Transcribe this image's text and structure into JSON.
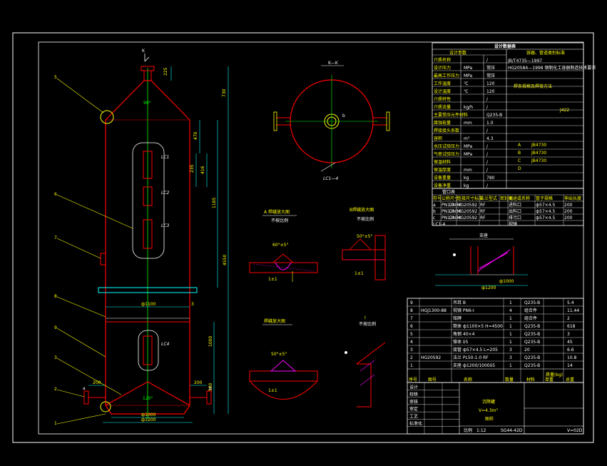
{
  "colors": {
    "background": "#000000",
    "frame": "#ffffff",
    "vessel": "#ff0000",
    "centerline": "#00ff00",
    "dimension": "#00ffff",
    "text": "#ffff00",
    "annotation": "#ff00ff",
    "hatch": "#ff00ff"
  },
  "main_view": {
    "section_mark": "K",
    "dims_vertical": [
      "225",
      "730",
      "470",
      "416",
      "235",
      "1185",
      "4550",
      "1000",
      "560"
    ],
    "dim_diameter_shell": "ф1100",
    "dim_diameter_base": "ф1000",
    "dim_diameter_base_outer": "ф1200",
    "angle_top": "90°",
    "angle_bottom": "120°",
    "dim_200_left": "200",
    "dim_200_right": "200",
    "dim_3": "3",
    "window_labels": [
      "LC1",
      "LC2",
      "LC3",
      "LC4"
    ],
    "callouts": [
      "5",
      "6",
      "7",
      "8",
      "9",
      "3",
      "2",
      "1"
    ],
    "nozzle_marks": [
      "a",
      "b"
    ]
  },
  "top_view": {
    "title": "K—K",
    "label": "LC1—4",
    "mark": "b"
  },
  "detail_a": {
    "title": "A 焊缝放大图",
    "scale": "不按比例",
    "bevel": "60°±5°",
    "gap": "1±1"
  },
  "detail_b": {
    "title": "B焊缝放大图",
    "scale": "不按比例",
    "bevel": "50°±5°",
    "gap": "1±1"
  },
  "detail_c": {
    "title": "焊缝放大图",
    "bevel": "50°±5°",
    "gap": "1±1"
  },
  "detail_i": {
    "title": "I",
    "scale": "不按比例"
  },
  "support_view": {
    "title": "支座",
    "dims": [
      "ф1000",
      "ф1200"
    ]
  },
  "design_table": {
    "title": "设计数据表",
    "header_left": "设计参数",
    "header_right": "容器、管道类别标准",
    "std_lines": [
      "JB/T4735—1997",
      "HG20584—1998 钢制化工容器制造技术要求"
    ],
    "rows": [
      {
        "label": "介质名称",
        "unit": "",
        "value": "/"
      },
      {
        "label": "设计压力",
        "unit": "MPa",
        "value": "常压"
      },
      {
        "label": "最高工作压力",
        "unit": "MPa",
        "value": "常压"
      },
      {
        "label": "工作温度",
        "unit": "℃",
        "value": "120"
      },
      {
        "label": "设计温度",
        "unit": "℃",
        "value": "120"
      },
      {
        "label": "介质特性",
        "unit": "",
        "value": "/"
      },
      {
        "label": "介质流量",
        "unit": "kg/h",
        "value": "/"
      },
      {
        "label": "主要受压元件材料",
        "unit": "",
        "value": "Q235-B"
      },
      {
        "label": "腐蚀裕量",
        "unit": "mm",
        "value": "1.0"
      },
      {
        "label": "焊接接头系数",
        "unit": "",
        "value": "/"
      },
      {
        "label": "容积",
        "unit": "m³",
        "value": "4.3"
      },
      {
        "label": "水压试验压力",
        "unit": "MPa",
        "value": "/"
      },
      {
        "label": "气密试验压力",
        "unit": "MPa",
        "value": "/"
      },
      {
        "label": "保温材料",
        "unit": "",
        "value": "/"
      },
      {
        "label": "保温厚度",
        "unit": "mm",
        "value": "/"
      },
      {
        "label": "设备重量",
        "unit": "kg",
        "value": "780"
      },
      {
        "label": "设备净重",
        "unit": "kg",
        "value": "/"
      }
    ],
    "right_values": [
      "焊条规格及焊接方法",
      "J422",
      "JB4730",
      "JB4730",
      "JB4730"
    ],
    "weld_rows": [
      "A",
      "B",
      "C",
      "D"
    ]
  },
  "nozzle_table": {
    "title": "管口表",
    "headers": [
      "符号",
      "公称尺寸",
      "连接尺寸标准",
      "法兰型式",
      "密封面",
      "用途或名称",
      "管子规格",
      "伸出长度"
    ],
    "rows": [
      [
        "a",
        "PN1.0",
        "DN50",
        "HG20592",
        "RF",
        "进料口",
        "ф57×4.5",
        "200"
      ],
      [
        "b",
        "PN1.0",
        "DN50",
        "HG20592",
        "RF",
        "出料口",
        "ф57×4.5",
        "200"
      ],
      [
        "c",
        "PN1.0",
        "DN50",
        "HG20592",
        "RF",
        "排污口",
        "ф57×4.5",
        "200"
      ],
      [
        "LC1-4",
        "",
        "",
        "",
        "",
        "视镜",
        "",
        ""
      ]
    ]
  },
  "parts_list": {
    "rows": [
      {
        "no": "9",
        "code": "",
        "name": "吊耳 B",
        "qty": "1",
        "material": "Q235-B",
        "weight": "5.4"
      },
      {
        "no": "8",
        "code": "HGJ1300-88",
        "name": "视镜 PN6-I",
        "qty": "4",
        "material": "组合件",
        "weight": "11.44"
      },
      {
        "no": "7",
        "code": "",
        "name": "铭牌",
        "qty": "1",
        "material": "组合件",
        "weight": "2"
      },
      {
        "no": "6",
        "code": "",
        "name": "筒体 ф1100×5  H=4500",
        "qty": "1",
        "material": "Q235-B",
        "weight": "618"
      },
      {
        "no": "5",
        "code": "",
        "name": "角钢 40×4",
        "qty": "1",
        "material": "Q235-B",
        "weight": "3"
      },
      {
        "no": "4",
        "code": "",
        "name": "锥体 δ5",
        "qty": "1",
        "material": "Q235-B",
        "weight": "45"
      },
      {
        "no": "3",
        "code": "",
        "name": "接管 ф57×4.5  L=205",
        "qty": "3",
        "material": "20",
        "weight": "6.6"
      },
      {
        "no": "2",
        "code": "HG20592",
        "name": "法兰 PL50-1.0 RF",
        "qty": "3",
        "material": "Q235-B",
        "weight": "10.8"
      },
      {
        "no": "1",
        "code": "",
        "name": "支座 ф1200/1000δ5",
        "qty": "1",
        "material": "Q235-B",
        "weight": "14"
      }
    ],
    "header": [
      "序号",
      "图号",
      "名称",
      "数量",
      "材料",
      "单重",
      "总重"
    ],
    "weight_unit": "质量(kg)"
  },
  "title_block": {
    "equipment": "沉降罐",
    "volume": "V=4.3m³",
    "note": "图样",
    "scale_label": "比例",
    "scale": "1:12",
    "drawing_no": "SG44-42D",
    "bottom_right": "V=02D",
    "role_labels": [
      "设计",
      "校核",
      "审核",
      "审定",
      "工艺",
      "标准化"
    ]
  }
}
